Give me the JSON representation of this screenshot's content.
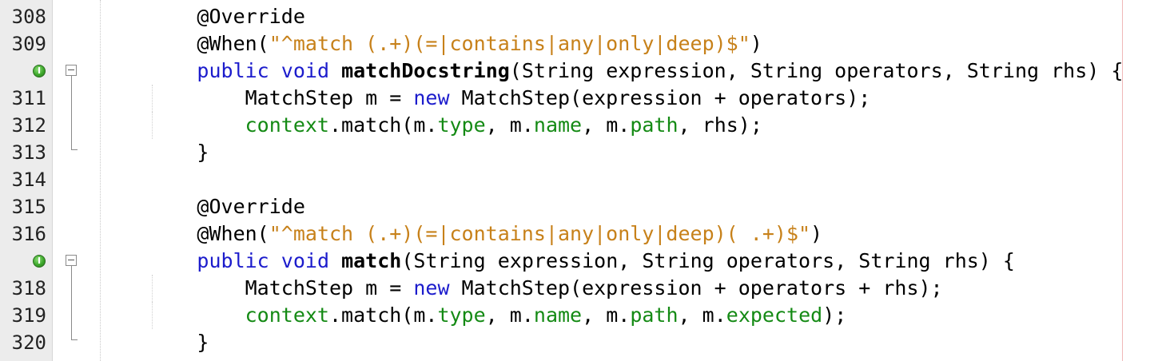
{
  "editor": {
    "lines": [
      {
        "number": "308",
        "tokens": [
          {
            "text": "        ",
            "style": "pl"
          },
          {
            "text": "@Override",
            "style": "ann"
          }
        ]
      },
      {
        "number": "309",
        "tokens": [
          {
            "text": "        ",
            "style": "pl"
          },
          {
            "text": "@When(",
            "style": "ann"
          },
          {
            "text": "\"^match (.+)(=|contains|any|only|deep)$\"",
            "style": "str"
          },
          {
            "text": ")",
            "style": "pl"
          }
        ]
      },
      {
        "number": "",
        "marker": "implements",
        "fold": "start",
        "tokens": [
          {
            "text": "        ",
            "style": "pl"
          },
          {
            "text": "public",
            "style": "kw"
          },
          {
            "text": " ",
            "style": "pl"
          },
          {
            "text": "void",
            "style": "kw"
          },
          {
            "text": " ",
            "style": "pl"
          },
          {
            "text": "matchDocstring",
            "style": "meth"
          },
          {
            "text": "(String expression, String operators, String rhs) {",
            "style": "pl"
          }
        ]
      },
      {
        "number": "311",
        "fold": "middle",
        "tokens": [
          {
            "text": "            MatchStep m = ",
            "style": "pl"
          },
          {
            "text": "new",
            "style": "kw"
          },
          {
            "text": " MatchStep(expression + operators);",
            "style": "pl"
          }
        ]
      },
      {
        "number": "312",
        "fold": "middle",
        "tokens": [
          {
            "text": "            ",
            "style": "pl"
          },
          {
            "text": "context",
            "style": "fld"
          },
          {
            "text": ".match(m.",
            "style": "pl"
          },
          {
            "text": "type",
            "style": "fld"
          },
          {
            "text": ", m.",
            "style": "pl"
          },
          {
            "text": "name",
            "style": "fld"
          },
          {
            "text": ", m.",
            "style": "pl"
          },
          {
            "text": "path",
            "style": "fld"
          },
          {
            "text": ", rhs);",
            "style": "pl"
          }
        ]
      },
      {
        "number": "313",
        "fold": "end",
        "tokens": [
          {
            "text": "        }",
            "style": "pl"
          }
        ]
      },
      {
        "number": "314",
        "tokens": []
      },
      {
        "number": "315",
        "tokens": [
          {
            "text": "        ",
            "style": "pl"
          },
          {
            "text": "@Override",
            "style": "ann"
          }
        ]
      },
      {
        "number": "316",
        "tokens": [
          {
            "text": "        ",
            "style": "pl"
          },
          {
            "text": "@When(",
            "style": "ann"
          },
          {
            "text": "\"^match (.+)(=|contains|any|only|deep)( .+)$\"",
            "style": "str"
          },
          {
            "text": ")",
            "style": "pl"
          }
        ]
      },
      {
        "number": "",
        "marker": "implements",
        "fold": "start",
        "tokens": [
          {
            "text": "        ",
            "style": "pl"
          },
          {
            "text": "public",
            "style": "kw"
          },
          {
            "text": " ",
            "style": "pl"
          },
          {
            "text": "void",
            "style": "kw"
          },
          {
            "text": " ",
            "style": "pl"
          },
          {
            "text": "match",
            "style": "meth"
          },
          {
            "text": "(String expression, String operators, String rhs) {",
            "style": "pl"
          }
        ]
      },
      {
        "number": "318",
        "fold": "middle",
        "tokens": [
          {
            "text": "            MatchStep m = ",
            "style": "pl"
          },
          {
            "text": "new",
            "style": "kw"
          },
          {
            "text": " MatchStep(expression + operators + rhs);",
            "style": "pl"
          }
        ]
      },
      {
        "number": "319",
        "fold": "middle",
        "tokens": [
          {
            "text": "            ",
            "style": "pl"
          },
          {
            "text": "context",
            "style": "fld"
          },
          {
            "text": ".match(m.",
            "style": "pl"
          },
          {
            "text": "type",
            "style": "fld"
          },
          {
            "text": ", m.",
            "style": "pl"
          },
          {
            "text": "name",
            "style": "fld"
          },
          {
            "text": ", m.",
            "style": "pl"
          },
          {
            "text": "path",
            "style": "fld"
          },
          {
            "text": ", m.",
            "style": "pl"
          },
          {
            "text": "expected",
            "style": "fld"
          },
          {
            "text": ");",
            "style": "pl"
          }
        ]
      },
      {
        "number": "320",
        "fold": "end",
        "tokens": [
          {
            "text": "        }",
            "style": "pl"
          }
        ]
      }
    ],
    "implements_marker_label": "I",
    "colors": {
      "annotation": "#000000",
      "string": "#c7811a",
      "keyword": "#1c1ccc",
      "field": "#148a14",
      "gutter": "#ececec",
      "margin_line": "#f0b8b8"
    }
  }
}
